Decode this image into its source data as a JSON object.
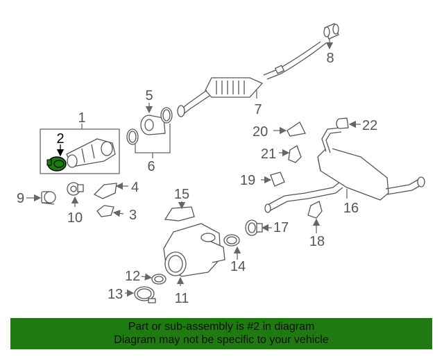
{
  "callouts": {
    "c1": "1",
    "c2": "2",
    "c3": "3",
    "c4": "4",
    "c5": "5",
    "c6": "6",
    "c7": "7",
    "c8": "8",
    "c9": "9",
    "c10": "10",
    "c11": "11",
    "c12": "12",
    "c13": "13",
    "c14": "14",
    "c15": "15",
    "c16": "16",
    "c17": "17",
    "c18": "18",
    "c19": "19",
    "c20": "20",
    "c21": "21",
    "c22": "22"
  },
  "highlight_color": "#1f7a12",
  "banner": {
    "line1": "Part or sub-assembly is #2 in diagram",
    "line2": "Diagram may not be specific to your vehicle"
  }
}
